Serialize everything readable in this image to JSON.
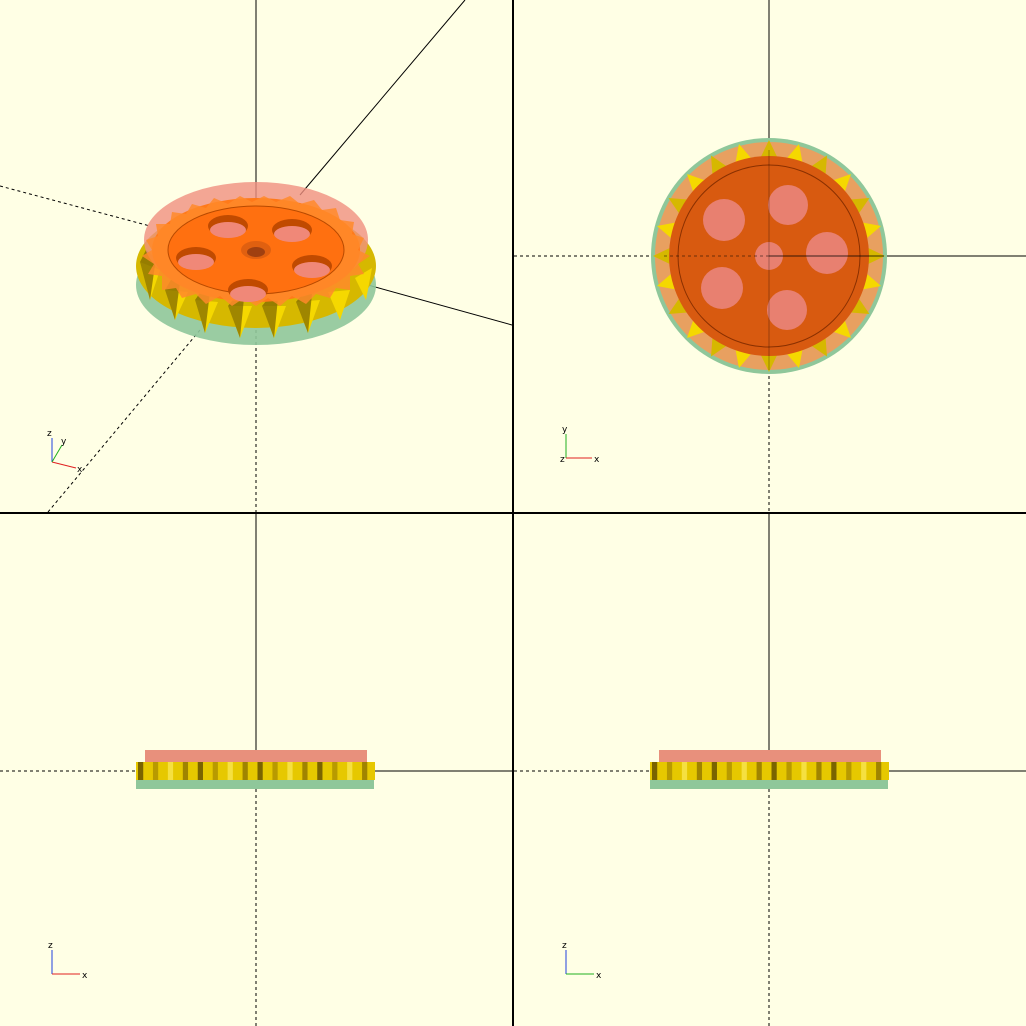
{
  "app": {
    "layout": "2x2 viewports",
    "background_color": "#ffffe5",
    "colors": {
      "gear_top": "#ff7a1a",
      "gear_top_dark": "#d85a10",
      "ring_red_translucent": "#f09080",
      "ring_green_translucent": "#8fc79a",
      "teeth_yellow": "#f5d800",
      "teeth_dark": "#7a6400",
      "hole_pink": "#f08878",
      "axis_x": "#e02020",
      "axis_y": "#20b020",
      "axis_z": "#2040e0"
    }
  },
  "viewports": [
    {
      "id": "perspective",
      "axis_indicator": {
        "labels": [
          "z",
          "y",
          "x"
        ]
      }
    },
    {
      "id": "top",
      "axis_indicator": {
        "labels": [
          "y",
          "z",
          "x"
        ]
      }
    },
    {
      "id": "front",
      "axis_indicator": {
        "labels": [
          "z",
          "x"
        ]
      }
    },
    {
      "id": "side",
      "axis_indicator": {
        "labels": [
          "z",
          "x"
        ]
      }
    }
  ]
}
